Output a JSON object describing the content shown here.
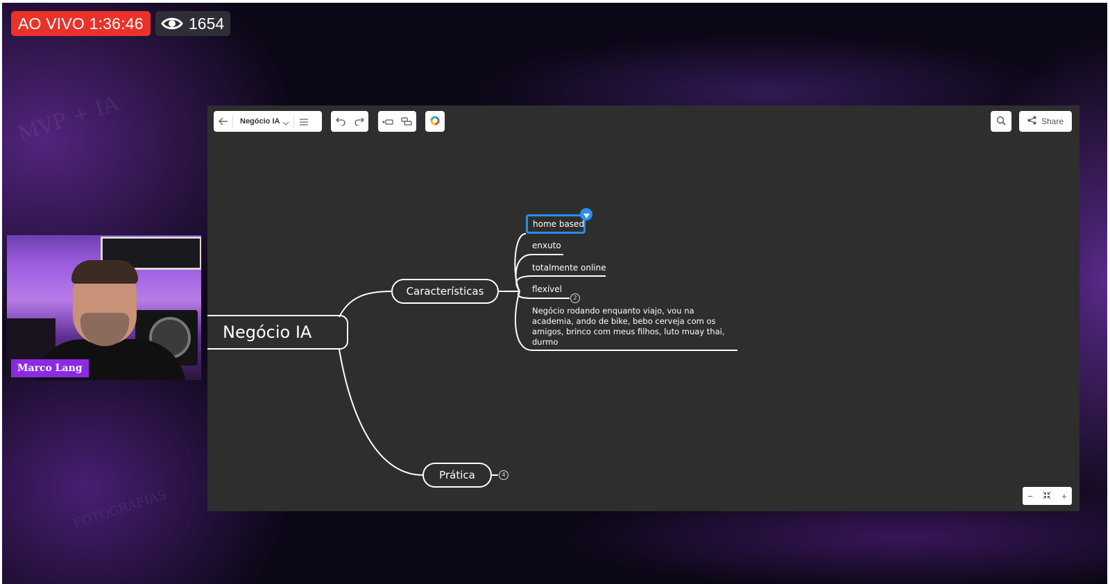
{
  "stream": {
    "live_label": "AO VIVO 1:36:46",
    "viewer_count": "1654",
    "presenter_name": "Marco Lang"
  },
  "background_text": {
    "watermark_1": "MVP + IA",
    "watermark_2": "FOTOGRAFIAS"
  },
  "mindmap": {
    "toolbar": {
      "back_icon": "arrow-left-icon",
      "document_title": "Negócio IA",
      "menu_icon": "hamburger-icon",
      "undo_icon": "undo-icon",
      "redo_icon": "redo-icon",
      "add_subtopic_icon": "insert-subtopic-icon",
      "add_topic_icon": "insert-topic-icon",
      "theme_icon": "color-wheel-icon",
      "search_icon": "search-icon",
      "share_label": "Share"
    },
    "root": "Negócio IA",
    "branches": [
      {
        "label": "Características",
        "children": [
          "home based",
          "enxuto",
          "totalmente online",
          "flexível",
          "Negócio rodando enquanto viajo, vou na academia, ando de bike, bebo cerveja com os amigos, brinco com meus filhos, luto muay thai, durmo"
        ],
        "child_badges": {
          "flexível": "2"
        }
      },
      {
        "label": "Prática",
        "collapsed_count": "4"
      }
    ],
    "zoom": {
      "minus": "−",
      "plus": "+"
    }
  },
  "colors": {
    "live_red": "#e8322a",
    "selection_blue": "#2b8fe6",
    "canvas": "#2e2e2f",
    "name_tag_purple": "#8a2be2"
  }
}
